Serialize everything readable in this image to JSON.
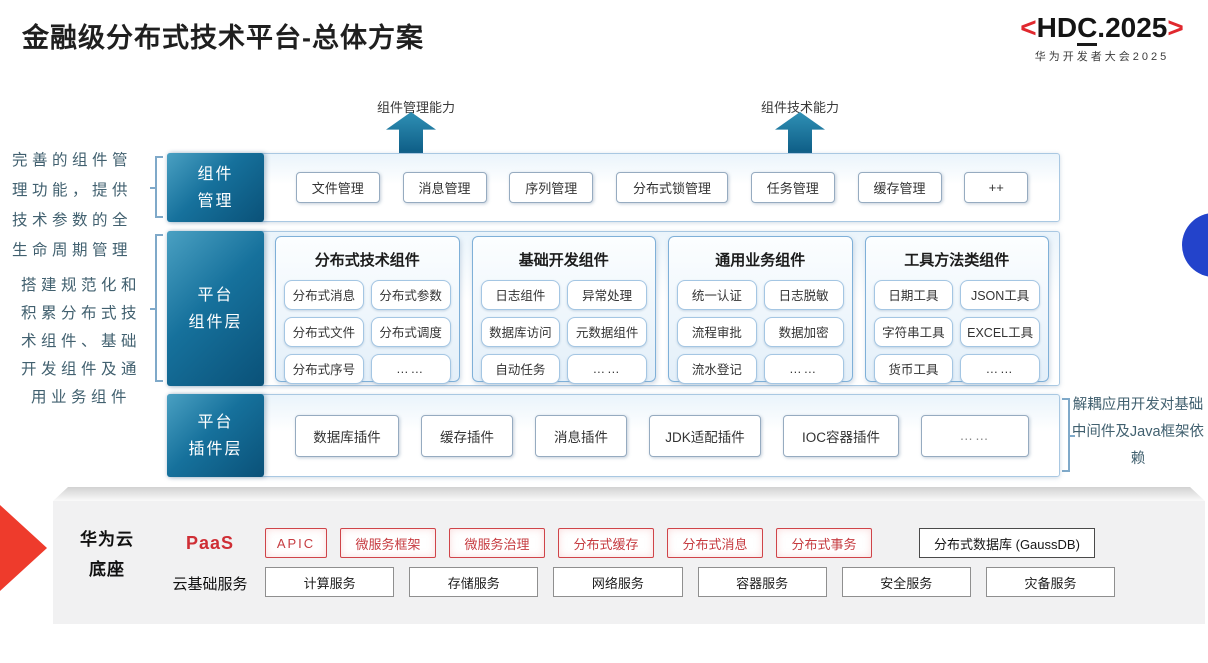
{
  "title": "金融级分布式技术平台-总体方案",
  "logo": {
    "bl": "<",
    "pre": "HD",
    "c": "C",
    "post": ".2025",
    "br": ">",
    "subtitle": "华为开发者大会2025"
  },
  "arrows": {
    "left": "组件管理能力",
    "right": "组件技术能力"
  },
  "notes": {
    "left_top": "完善的组件管理功能，提供技术参数的全生命周期管理",
    "left_bottom": "搭建规范化和积累分布式技术组件、基础开发组件及通用业务组件",
    "right": "解耦应用开发对基础中间件及Java框架依赖"
  },
  "rows": {
    "mgmt": {
      "label_lines": [
        "组件",
        "管理"
      ],
      "items": [
        "文件管理",
        "消息管理",
        "序列管理",
        "分布式锁管理",
        "任务管理",
        "缓存管理",
        "++"
      ]
    },
    "comp": {
      "label_lines": [
        "平台",
        "组件层"
      ],
      "columns": [
        {
          "header": "分布式技术组件",
          "items": [
            "分布式消息",
            "分布式参数",
            "分布式文件",
            "分布式调度",
            "分布式序号",
            "……"
          ]
        },
        {
          "header": "基础开发组件",
          "items": [
            "日志组件",
            "异常处理",
            "数据库访问",
            "元数据组件",
            "自动任务",
            "……"
          ]
        },
        {
          "header": "通用业务组件",
          "items": [
            "统一认证",
            "日志脱敏",
            "流程审批",
            "数据加密",
            "流水登记",
            "……"
          ]
        },
        {
          "header": "工具方法类组件",
          "items": [
            "日期工具",
            "JSON工具",
            "字符串工具",
            "EXCEL工具",
            "货币工具",
            "……"
          ]
        }
      ]
    },
    "plugin": {
      "label_lines": [
        "平台",
        "插件层"
      ],
      "items": [
        "数据库插件",
        "缓存插件",
        "消息插件",
        "JDK适配插件",
        "IOC容器插件",
        "……"
      ]
    }
  },
  "foundation": {
    "name_lines": [
      "华为云",
      "底座"
    ],
    "paas_label": "PaaS",
    "paas_items": [
      "APIC",
      "微服务框架",
      "微服务治理",
      "分布式缓存",
      "分布式消息",
      "分布式事务"
    ],
    "paas_db": "分布式数据库 (GaussDB)",
    "cloud_label": "云基础服务",
    "cloud_items": [
      "计算服务",
      "存储服务",
      "网络服务",
      "容器服务",
      "安全服务",
      "灾备服务"
    ]
  },
  "colors": {
    "teal": "#0d5c85",
    "red_accent": "#cf2e35",
    "wedge_red": "#ee3b2c",
    "circle_blue": "#2343cb",
    "border_blue": "#a9c8e2"
  }
}
